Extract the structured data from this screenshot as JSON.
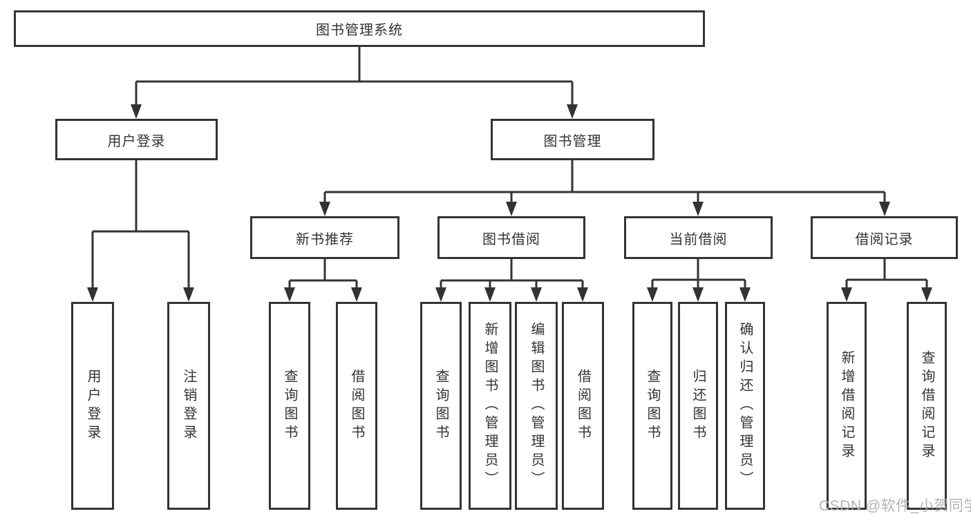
{
  "diagram_title": "图书管理系统",
  "colors": {
    "line": "#333333",
    "border": "#333333",
    "text": "#333333",
    "background": "#ffffff",
    "watermark": "#b3b3b3"
  },
  "watermark": "CSDN @软件_小贺同学",
  "nodes": {
    "root": "图书管理系统",
    "level2": {
      "user_login": "用户登录",
      "book_mgmt": "图书管理"
    },
    "level3": {
      "new_book_rec": "新书推荐",
      "book_borrow": "图书借阅",
      "current_borrow": "当前借阅",
      "borrow_records": "借阅记录"
    },
    "leaves": {
      "user_login": [
        "用户登录",
        "注销登录"
      ],
      "new_book_rec": [
        "查询图书",
        "借阅图书"
      ],
      "book_borrow": [
        "查询图书",
        "新增图书（管理员）",
        "编辑图书（管理员）",
        "借阅图书"
      ],
      "current_borrow": [
        "查询图书",
        "归还图书",
        "确认归还（管理员）"
      ],
      "borrow_records": [
        "新增借阅记录",
        "查询借阅记录"
      ]
    }
  },
  "hierarchy": {
    "图书管理系统": {
      "用户登录": [
        "用户登录",
        "注销登录"
      ],
      "图书管理": {
        "新书推荐": [
          "查询图书",
          "借阅图书"
        ],
        "图书借阅": [
          "查询图书",
          "新增图书（管理员）",
          "编辑图书（管理员）",
          "借阅图书"
        ],
        "当前借阅": [
          "查询图书",
          "归还图书",
          "确认归还（管理员）"
        ],
        "借阅记录": [
          "新增借阅记录",
          "查询借阅记录"
        ]
      }
    }
  }
}
